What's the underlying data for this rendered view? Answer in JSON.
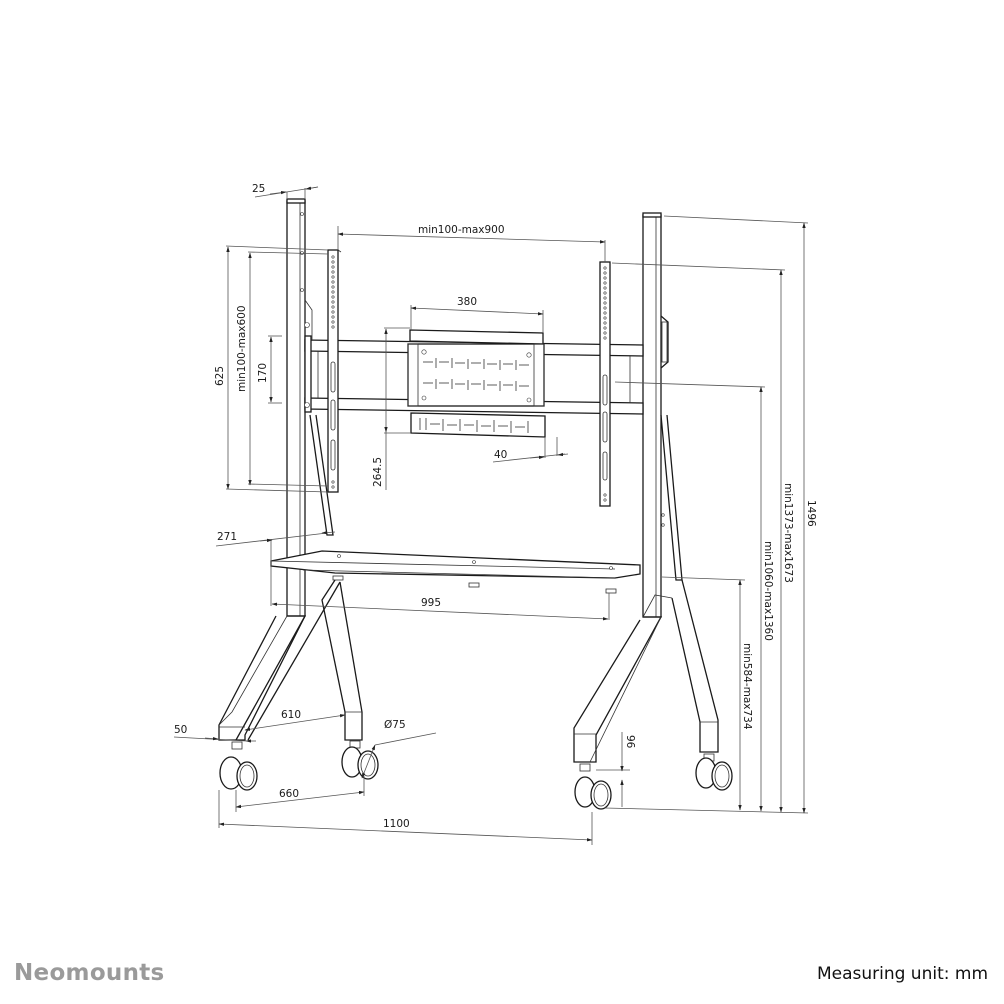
{
  "brand": {
    "name": "Neomounts",
    "color": "#9a9a9a"
  },
  "footer": {
    "measuring_unit": "Measuring unit: mm"
  },
  "drawing": {
    "subject": "Mobile floor stand (TV cart) technical dimension drawing",
    "line_color": "#1a1a1a",
    "dimensions": {
      "upright_width": "25",
      "vesa_horizontal": "min100-max900",
      "plate_width": "380",
      "vesa_vertical_total": "625",
      "vesa_vertical": "min100-max600",
      "tilt_offset": "170",
      "plate_depth": "264.5",
      "plate_offset": "40",
      "shelf_depth": "271",
      "shelf_width": "995",
      "leg_inner_width": "610",
      "leg_width": "50",
      "caster_diameter": "Ø75",
      "caster_span": "660",
      "base_length": "1100",
      "caster_height": "96",
      "shelf_height": "min584-max734",
      "center_height": "min1060-max1360",
      "top_height": "min1373-max1673",
      "total_height": "1496"
    }
  }
}
